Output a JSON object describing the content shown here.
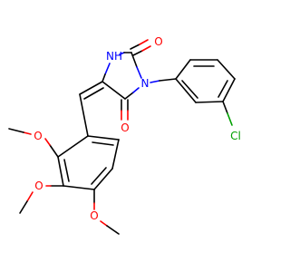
{
  "molecule": {
    "atoms": {
      "o_top": "O",
      "nh": "NH",
      "n3": "N",
      "o_right": "O",
      "cl": "Cl",
      "o_methoxy1": "O",
      "o_methoxy2": "O",
      "o_methoxy3": "O"
    },
    "colors": {
      "carbon": "#000000",
      "oxygen": "#ff0000",
      "nitrogen": "#0000ff",
      "chlorine": "#00a000"
    }
  }
}
